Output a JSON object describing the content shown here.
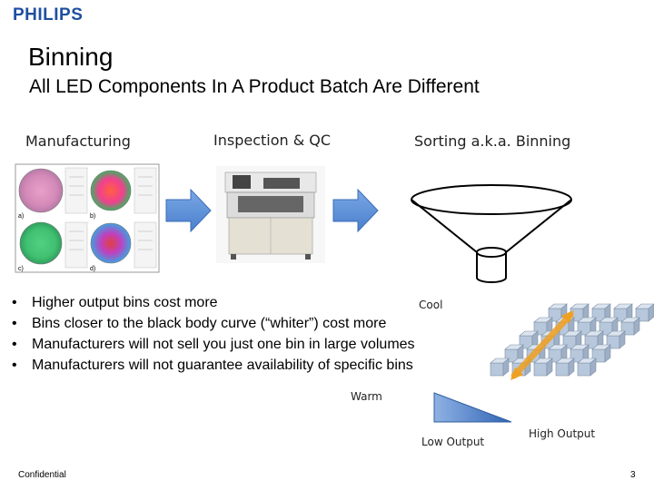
{
  "logo": "PHILIPS",
  "title": "Binning",
  "subtitle": "All LED Components In A Product Batch Are Different",
  "stages": {
    "manufacturing": "Manufacturing",
    "inspection": "Inspection & QC",
    "sorting": "Sorting a.k.a. Binning"
  },
  "bullets": [
    "Higher output bins cost more",
    "Bins closer to the black body curve (“whiter”) cost more",
    "Manufacturers will not sell you just one bin in large volumes",
    "Manufacturers will not guarantee availability of specific bins"
  ],
  "diagram_labels": {
    "cool": "Cool",
    "warm": "Warm",
    "low_output": "Low Output",
    "high_output": "High Output"
  },
  "wafer_map_labels": {
    "a": "a)",
    "b": "b)",
    "c": "c)",
    "d": "d)"
  },
  "footer": {
    "confidential": "Confidential",
    "page_number": "3"
  },
  "colors": {
    "brand_blue": "#1f4fa0",
    "arrow_blue": "#5b8fd6",
    "bin_highlight": "#f0a020",
    "bin_cube": "#b8c8dc",
    "output_wedge": "#4a78c0"
  }
}
